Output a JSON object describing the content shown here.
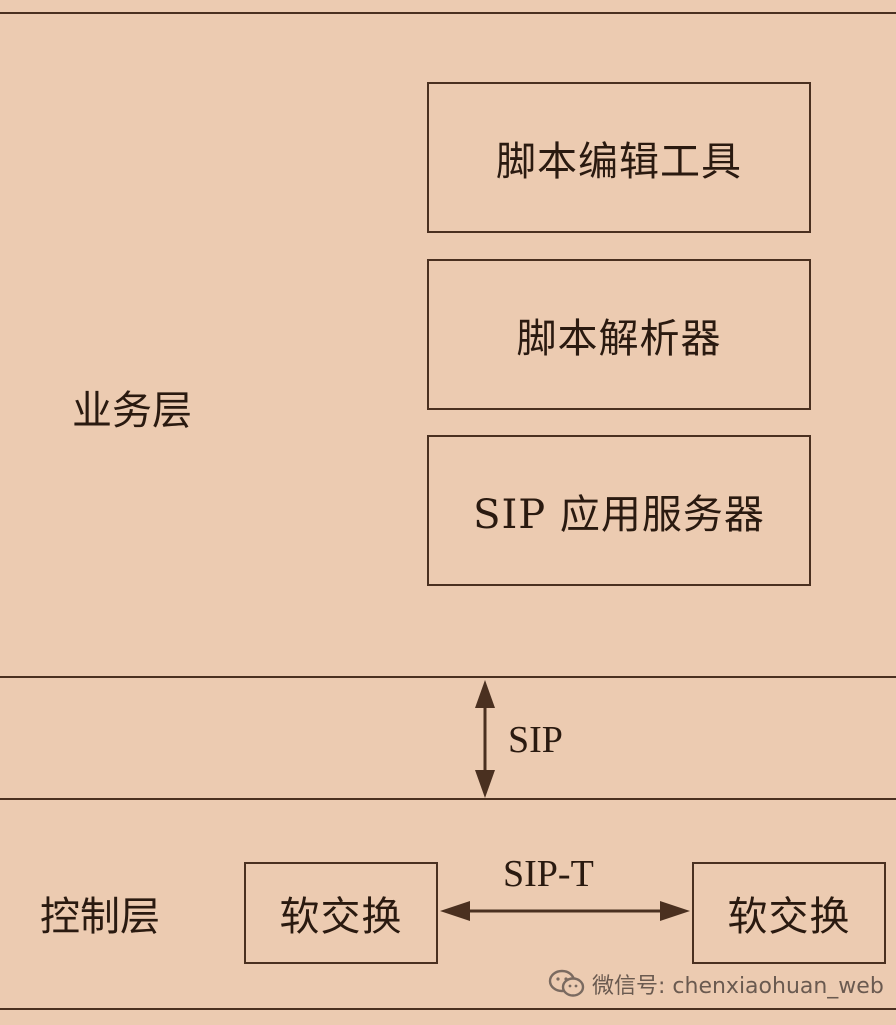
{
  "layers": {
    "business": {
      "label": "业务层",
      "components": [
        "脚本编辑工具",
        "脚本解析器",
        "SIP 应用服务器"
      ]
    },
    "control": {
      "label": "控制层",
      "left_node": "软交换",
      "right_node": "软交换"
    }
  },
  "connections": {
    "vertical_label": "SIP",
    "horizontal_label": "SIP-T"
  },
  "watermark": {
    "text": "微信号: chenxiaohuan_web",
    "icon": "wechat-icon"
  },
  "colors": {
    "background": "#eccbb1",
    "line": "#4a3020"
  }
}
